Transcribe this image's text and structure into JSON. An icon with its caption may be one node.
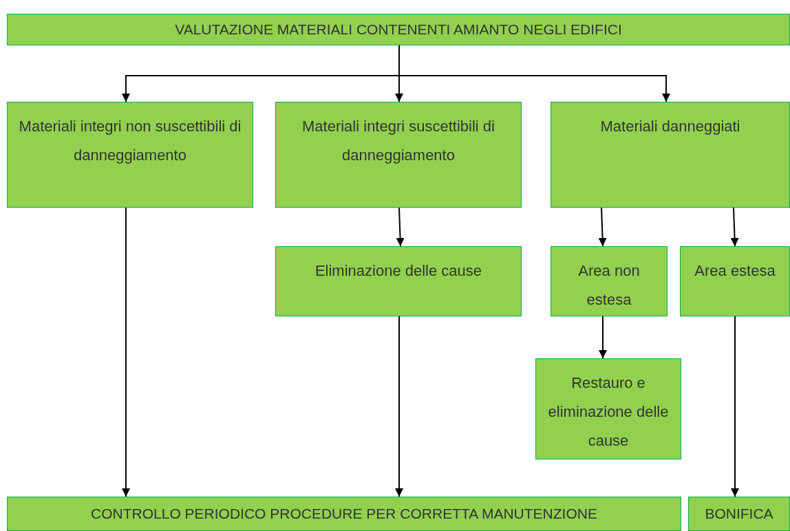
{
  "diagram": {
    "nodes": [
      {
        "text": [
          "VALUTAZIONE MATERIALI CONTENENTI AMIANTO NEGLI EDIFICI"
        ]
      },
      {
        "text": [
          "Materiali integri non suscettibili di danneggiamento"
        ]
      },
      {
        "text": [
          "Materiali integri suscettibili di danneggiamento"
        ]
      },
      {
        "text": [
          "Materiali danneggiati"
        ]
      },
      {
        "text": [
          "Eliminazione delle cause"
        ]
      },
      {
        "text": [
          "Area non estesa"
        ]
      },
      {
        "text": [
          "Area estesa"
        ]
      },
      {
        "text": [
          "Restauro e eliminazione delle cause"
        ]
      },
      {
        "text": [
          "CONTROLLO PERIODICO PROCEDURE PER CORRETTA MANUTENZIONE"
        ]
      },
      {
        "text": [
          "BONIFICA"
        ]
      }
    ],
    "edges": [
      {
        "from": 0,
        "to": 1,
        "arrow": "to"
      },
      {
        "from": 0,
        "to": 2,
        "arrow": "to"
      },
      {
        "from": 0,
        "to": 3,
        "arrow": "to"
      },
      {
        "from": 2,
        "to": 4,
        "arrow": "to"
      },
      {
        "from": 3,
        "to": 5,
        "arrow": "to"
      },
      {
        "from": 3,
        "to": 6,
        "arrow": "to"
      },
      {
        "from": 5,
        "to": 7,
        "arrow": "to"
      },
      {
        "from": 1,
        "to": 8,
        "arrow": "to"
      },
      {
        "from": 4,
        "to": 8,
        "arrow": "to"
      },
      {
        "from": 6,
        "to": 9,
        "arrow": "to"
      }
    ]
  }
}
